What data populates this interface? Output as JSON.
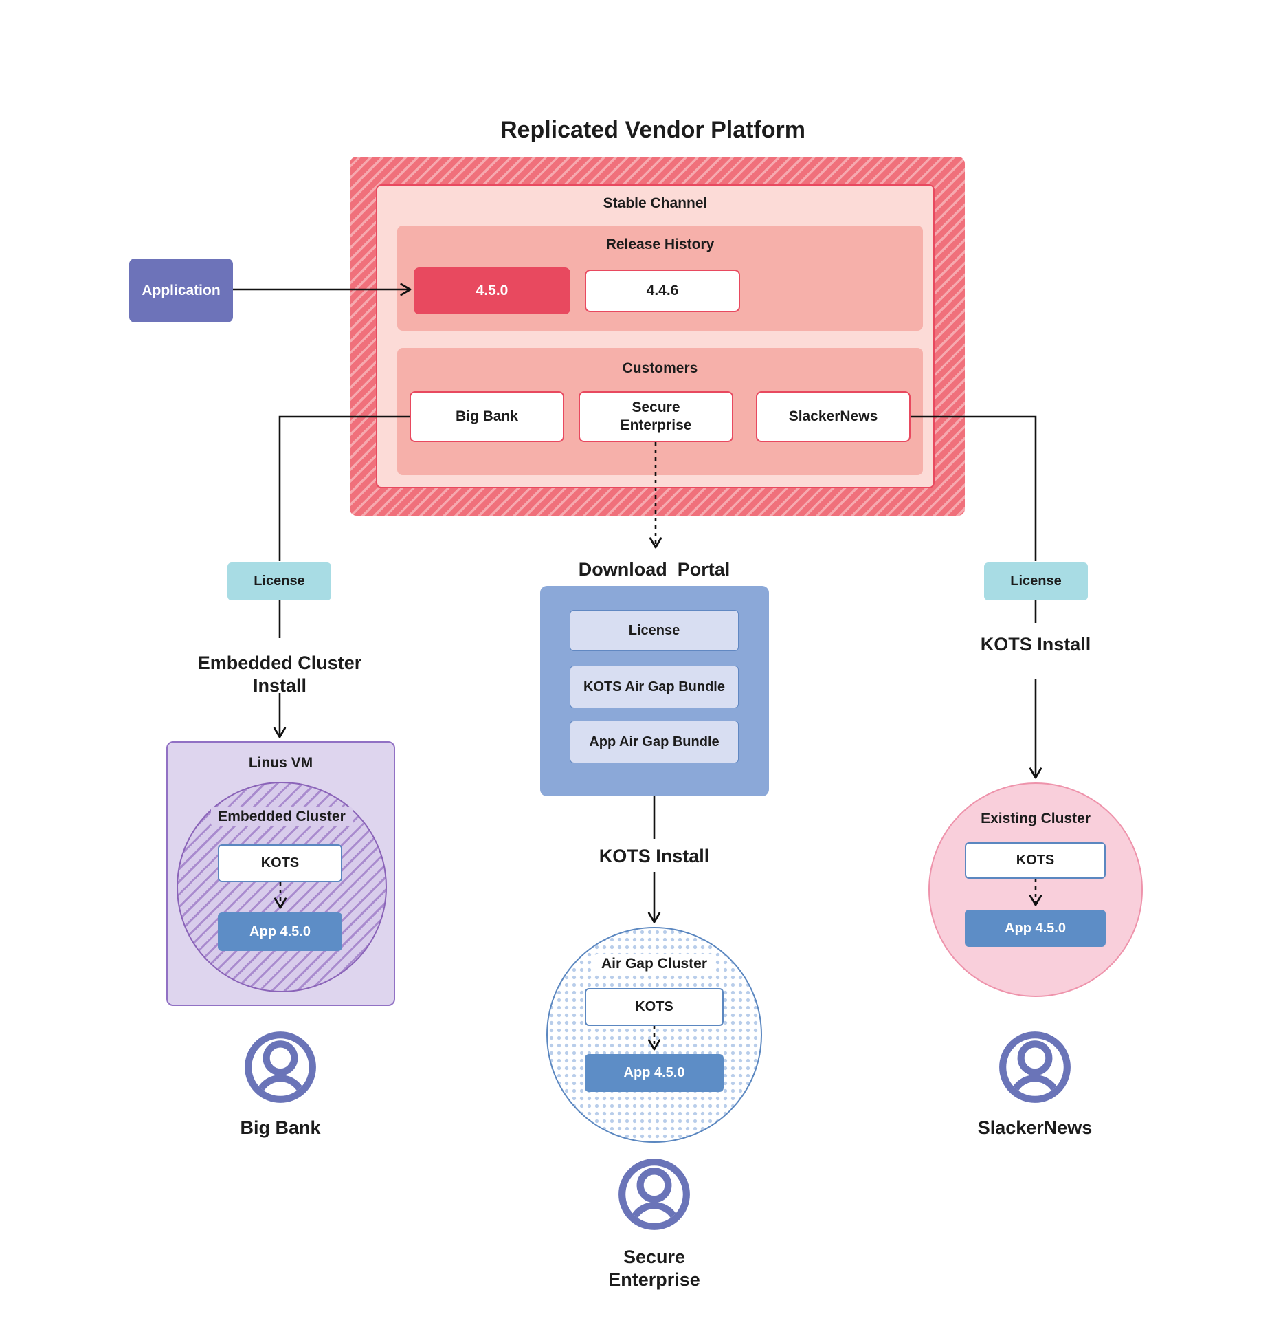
{
  "title": "Replicated Vendor Platform",
  "platform": {
    "stable_channel_label": "Stable Channel",
    "release_history_label": "Release History",
    "release_current": "4.5.0",
    "release_previous": "4.4.6",
    "customers_label": "Customers",
    "customers": [
      "Big Bank",
      "Secure Enterprise",
      "SlackerNews"
    ]
  },
  "application_label": "Application",
  "left_flow": {
    "license_label": "License",
    "install_label": "Embedded Cluster Install",
    "vm_label": "Linus VM",
    "cluster_label": "Embedded Cluster",
    "kots_label": "KOTS",
    "app_label": "App 4.5.0",
    "persona_label": "Big Bank"
  },
  "center_flow": {
    "portal_title": "Download  Portal",
    "portal_items": [
      "License",
      "KOTS Air Gap Bundle",
      "App Air Gap Bundle"
    ],
    "install_label": "KOTS Install",
    "cluster_label": "Air Gap Cluster",
    "kots_label": "KOTS",
    "app_label": "App 4.5.0",
    "persona_label": "Secure Enterprise"
  },
  "right_flow": {
    "license_label": "License",
    "install_label": "KOTS Install",
    "cluster_label": "Existing Cluster",
    "kots_label": "KOTS",
    "app_label": "App 4.5.0",
    "persona_label": "SlackerNews"
  },
  "colors": {
    "platform_red": "#f0707b",
    "platform_stripe": "#f6a9af",
    "stable_fill": "#fcdbd7",
    "salmon_fill": "#f6b0aa",
    "release_highlight": "#e8495f",
    "application_purple": "#6d73b9",
    "license_teal": "#a8dce4",
    "portal_blue": "#8ba8d8",
    "portal_item_fill": "#d8def2",
    "app_blue": "#5d8dc6",
    "kots_border_blue": "#5b87c0",
    "vm_purple_border": "#9171c4",
    "cluster_purple_stripe": "#a98bce",
    "existing_pink_border": "#ee93ab",
    "dot_blue": "#b8cdea",
    "person_indigo": "#6a74b8",
    "connector_black": "#111111"
  }
}
